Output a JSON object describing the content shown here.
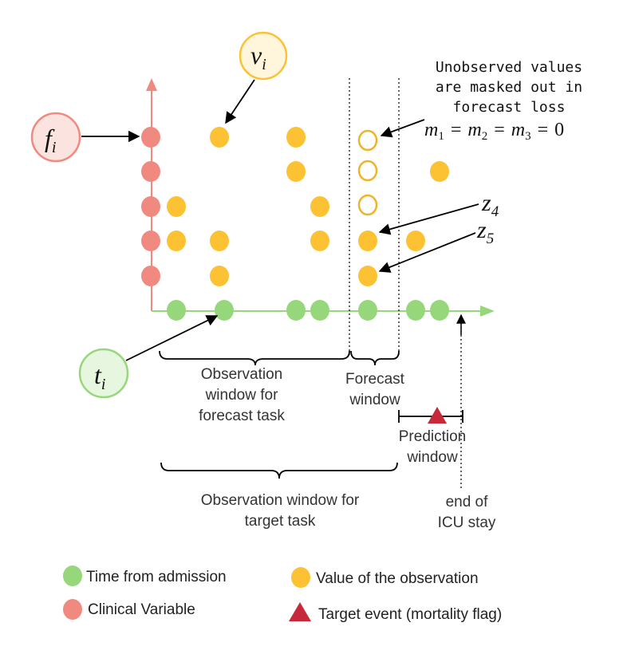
{
  "colors": {
    "green": "#97d77c",
    "red": "#f08a80",
    "orange": "#fcc234",
    "orange_stroke": "#f0b429",
    "triangle": "#c8293a",
    "arrow": "#000000"
  },
  "symbols": {
    "f": "f",
    "f_sub": "i",
    "v": "v",
    "v_sub": "i",
    "t": "t",
    "t_sub": "i",
    "z4": "z",
    "z4_sub": "4",
    "z5": "z",
    "z5_sub": "5"
  },
  "mask_note": {
    "lines": [
      "Unobserved values",
      "are masked out in",
      "forecast loss"
    ]
  },
  "mask_equation": {
    "m": "m",
    "subs": [
      "1",
      "2",
      "3"
    ],
    "eq": "=",
    "zero": "0"
  },
  "labels": {
    "obs_forecast": [
      "Observation",
      "window for",
      "forecast task"
    ],
    "forecast_window": [
      "Forecast",
      "window"
    ],
    "prediction_window": [
      "Prediction",
      "window"
    ],
    "obs_target": [
      "Observation window for",
      "target task"
    ],
    "end_icu": [
      "end of",
      "ICU stay"
    ]
  },
  "legend": {
    "time": "Time from admission",
    "clinical": "Clinical Variable",
    "value": "Value of the observation",
    "target": "Target event (mortality flag)"
  },
  "icons": {
    "green_dot": "green-circle-icon",
    "red_dot": "red-circle-icon",
    "orange_dot": "orange-circle-icon",
    "target": "red-triangle-icon"
  }
}
